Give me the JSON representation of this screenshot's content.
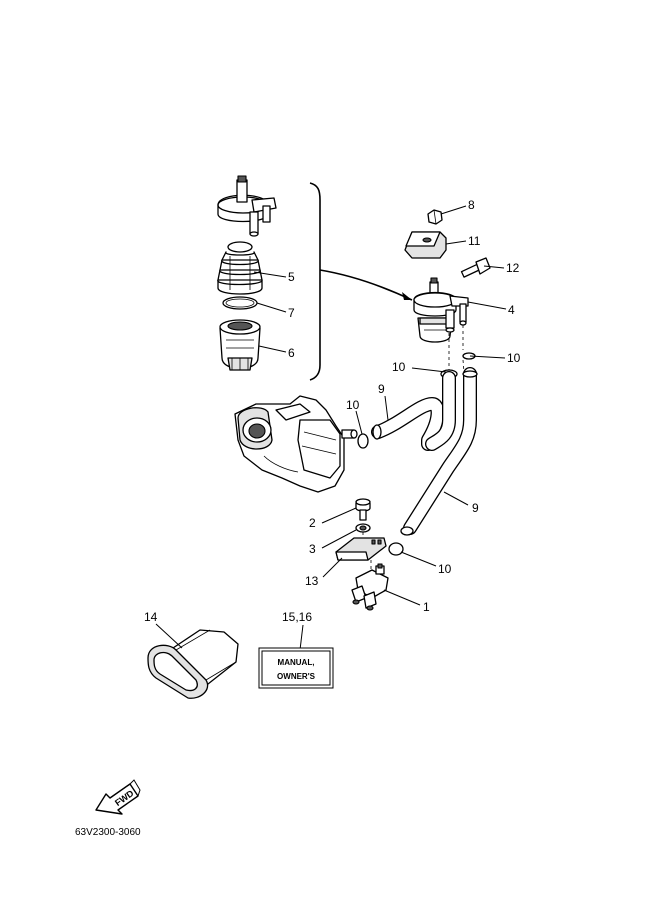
{
  "callouts": {
    "p1": "1",
    "p2": "2",
    "p3": "3",
    "p4": "4",
    "p5": "5",
    "p6": "6",
    "p7": "7",
    "p8": "8",
    "p9a": "9",
    "p9b": "9",
    "p10a": "10",
    "p10b": "10",
    "p10c": "10",
    "p10d": "10",
    "p11": "11",
    "p12": "12",
    "p13": "13",
    "p14": "14",
    "p1516": "15,16"
  },
  "manual_box": {
    "line1": "MANUAL,",
    "line2": "OWNER'S"
  },
  "fwd_label": "FWD",
  "diagram_code": "63V2300-3060"
}
